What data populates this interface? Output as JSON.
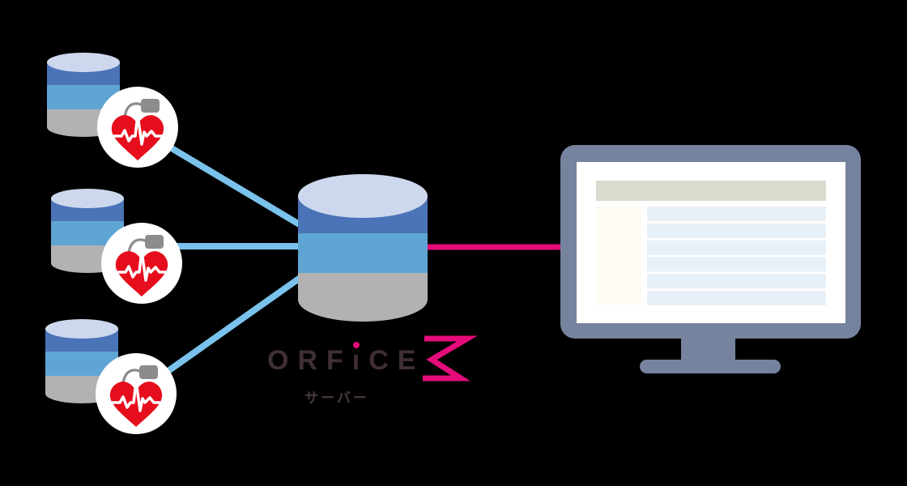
{
  "logo": {
    "text": "ORFiCE",
    "before_i": "ORF",
    "i_glyph": "ı",
    "after_i": "CE",
    "subtitle": "サーバー"
  },
  "colors": {
    "background": "#000000",
    "db_top": "#cdd8ee",
    "db_blue_dark": "#4b73b7",
    "db_blue_mid": "#5fa5d4",
    "db_gray": "#b3b1b1",
    "line_blue": "#7ac2eb",
    "accent_pink": "#e50c79",
    "heart_red": "#e60d1c",
    "device_gray": "#8c8c8c",
    "circle_white": "#ffffff",
    "monitor_frame": "#76839e",
    "screen_white": "#ffffff",
    "screen_header": "#d9dbcf",
    "screen_sidebar": "#fefaf4",
    "screen_row": "#e9f1f8",
    "logo_dark": "#3e2e36",
    "subtitle_dark": "#4a3844"
  },
  "screen": {
    "row_count": 6
  }
}
